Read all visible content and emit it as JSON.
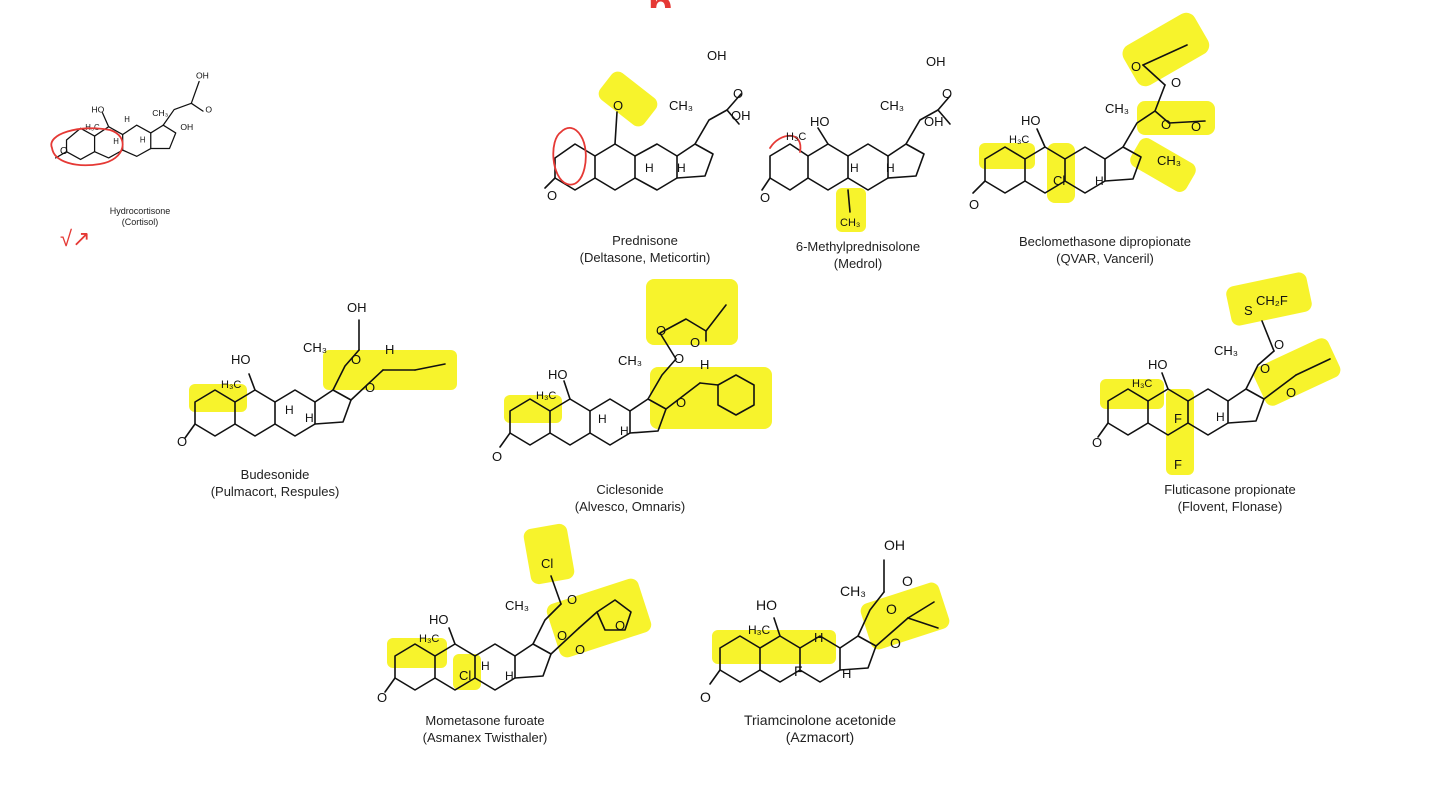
{
  "title_fragment": "p",
  "annotation_mark": "√↗",
  "colors": {
    "highlight": "#f6f21a",
    "annotation_red": "#e53935",
    "ink": "#111111"
  },
  "compounds": [
    {
      "id": "hydrocortisone",
      "name": "Hydrocortisone",
      "brands": "(Cortisol)",
      "labels": [
        "OH",
        "HO",
        "H₃C",
        "CH₃",
        "O",
        "OH",
        "H",
        "H",
        "H"
      ]
    },
    {
      "id": "prednisone",
      "name": "Prednisone",
      "brands": "(Deltasone, Meticortin)",
      "labels": [
        "OH",
        "O",
        "CH₃",
        "O",
        "OH",
        "H",
        "H",
        "O"
      ]
    },
    {
      "id": "methylprednisolone",
      "name": "6-Methylprednisolone",
      "brands": "(Medrol)",
      "labels": [
        "OH",
        "HO",
        "H₃C",
        "CH₃",
        "O",
        "OH",
        "H",
        "H",
        "O",
        "CH₃"
      ]
    },
    {
      "id": "beclomethasone",
      "name": "Beclomethasone dipropionate",
      "brands": "(QVAR, Vanceril)",
      "labels": [
        "O",
        "O",
        "HO",
        "H₃C",
        "CH₃",
        "O",
        "O",
        "CH₃",
        "Cl",
        "H",
        "O"
      ]
    },
    {
      "id": "budesonide",
      "name": "Budesonide",
      "brands": "(Pulmacort, Respules)",
      "labels": [
        "OH",
        "HO",
        "H₃C",
        "CH₃",
        "O",
        "H",
        "O",
        "H",
        "H",
        "O"
      ]
    },
    {
      "id": "ciclesonide",
      "name": "Ciclesonide",
      "brands": "(Alvesco, Omnaris)",
      "labels": [
        "O",
        "O",
        "HO",
        "H₃C",
        "CH₃",
        "O",
        "H",
        "O",
        "H",
        "H",
        "O"
      ]
    },
    {
      "id": "fluticasone",
      "name": "Fluticasone propionate",
      "brands": "(Flovent, Flonase)",
      "labels": [
        "S",
        "CH₂F",
        "HO",
        "H₃C",
        "CH₃",
        "O",
        "O",
        "O",
        "F",
        "F",
        "H",
        "O"
      ]
    },
    {
      "id": "mometasone",
      "name": "Mometasone furoate",
      "brands": "(Asmanex Twisthaler)",
      "labels": [
        "Cl",
        "O",
        "HO",
        "H₃C",
        "CH₃",
        "O",
        "O",
        "O",
        "Cl",
        "H",
        "H",
        "O"
      ]
    },
    {
      "id": "triamcinolone",
      "name": "Triamcinolone acetonide",
      "brands": "(Azmacort)",
      "labels": [
        "OH",
        "O",
        "HO",
        "H₃C",
        "CH₃",
        "O",
        "O",
        "F",
        "H",
        "H",
        "O"
      ]
    }
  ]
}
